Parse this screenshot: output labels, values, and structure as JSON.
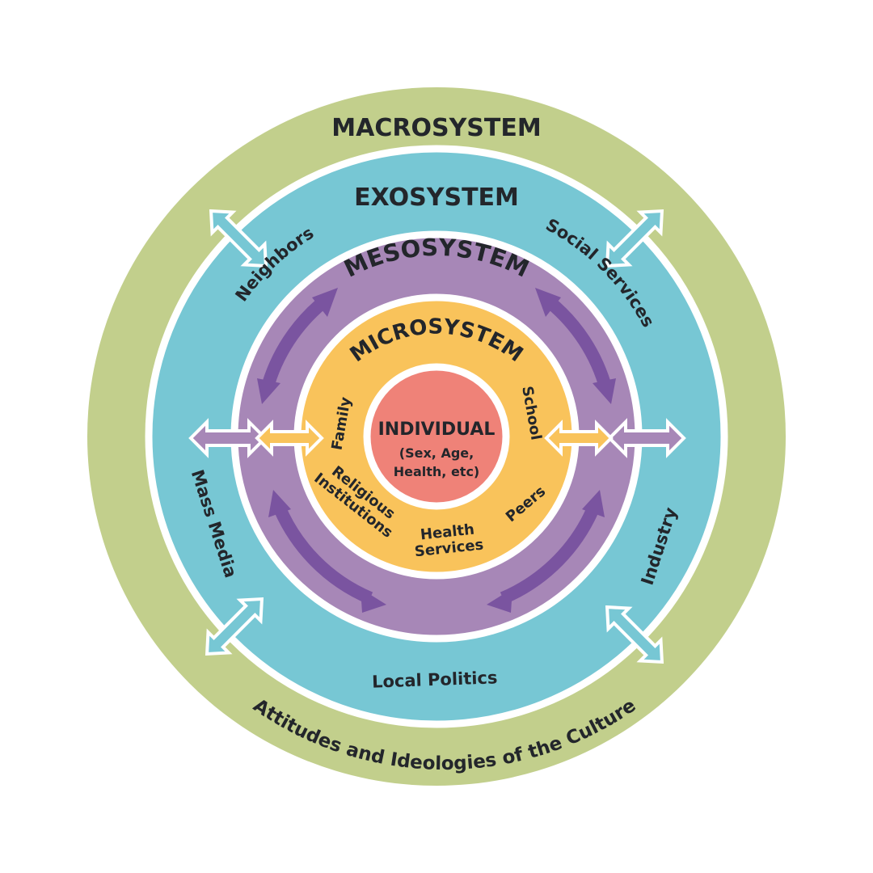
{
  "colors": {
    "macro": "#c2cf8c",
    "exo": "#77c7d4",
    "meso": "#a787b7",
    "micro": "#f9c35b",
    "individual": "#ef8278",
    "separator": "#ffffff",
    "meso_arrow": "#7a54a0",
    "text": "#23262b"
  },
  "macrosystem": {
    "title": "MACROSYSTEM",
    "subtitle": "Attitudes and Ideologies of the Culture"
  },
  "exosystem": {
    "title": "EXOSYSTEM",
    "items": [
      "Neighbors",
      "Social Services",
      "Mass Media",
      "Industry",
      "Local Politics"
    ]
  },
  "mesosystem": {
    "title": "MESOSYSTEM"
  },
  "microsystem": {
    "title": "MICROSYSTEM",
    "items": [
      "Family",
      "School",
      "Religious",
      "Institutions",
      "Health",
      "Services",
      "Peers"
    ]
  },
  "individual": {
    "title": "INDIVIDUAL",
    "details": [
      "(Sex, Age,",
      "Health, etc)"
    ]
  },
  "icons": {
    "exo_arrows": "double-headed-arrow-icon",
    "meso_arrows": "curved-double-arrow-icon",
    "side_arrows": "double-headed-arrow-icon"
  }
}
